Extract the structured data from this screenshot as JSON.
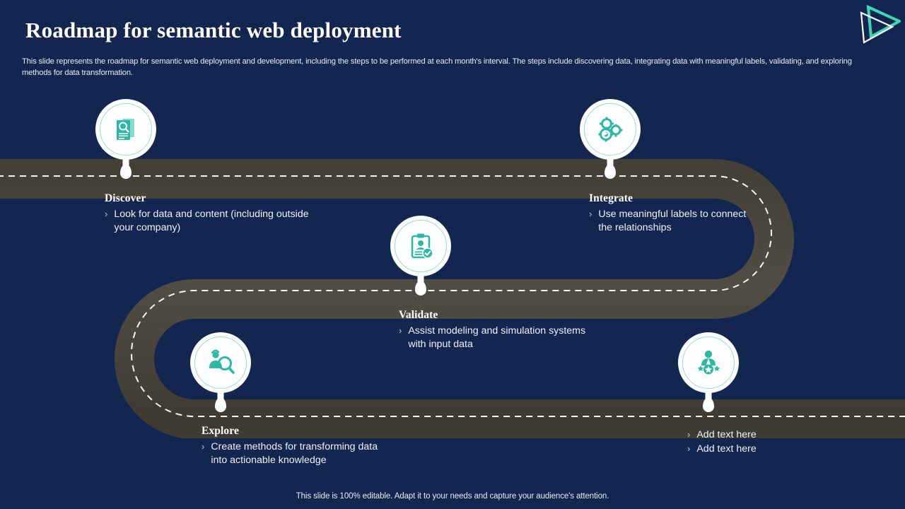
{
  "slide": {
    "title": "Roadmap for semantic web deployment",
    "subtitle": "This slide represents the roadmap for semantic web deployment and development, including the steps to be performed at each month's interval. The steps include discovering data, integrating data with meaningful labels, validating, and exploring methods for data transformation.",
    "footer": "This slide is 100% editable. Adapt it to your needs and capture your audience's attention.",
    "logo_name": "company-logo"
  },
  "colors": {
    "background": "#13264f",
    "road": "#4b473f",
    "road_inner": "#555248",
    "lane_dash": "#ffffff",
    "accent_teal": "#2bb8a6",
    "marker_fill": "#ffffff",
    "title_text": "#ffffff"
  },
  "milestones": [
    {
      "id": "discover",
      "icon": "document-search-icon",
      "heading": "Discover",
      "bullets": [
        "Look for data and content (including outside your company)"
      ]
    },
    {
      "id": "integrate",
      "icon": "gears-icon",
      "heading": "Integrate",
      "bullets": [
        "Use meaningful labels to connect the relationships"
      ]
    },
    {
      "id": "validate",
      "icon": "clipboard-check-icon",
      "heading": "Validate",
      "bullets": [
        "Assist modeling and simulation systems with input data"
      ]
    },
    {
      "id": "explore",
      "icon": "person-search-icon",
      "heading": "Explore",
      "bullets": [
        "Create methods for transforming data into actionable knowledge"
      ]
    },
    {
      "id": "placeholder",
      "icon": "person-stars-icon",
      "heading": "",
      "bullets": [
        "Add text here",
        "Add text here"
      ]
    }
  ],
  "bullet_glyph": "›"
}
